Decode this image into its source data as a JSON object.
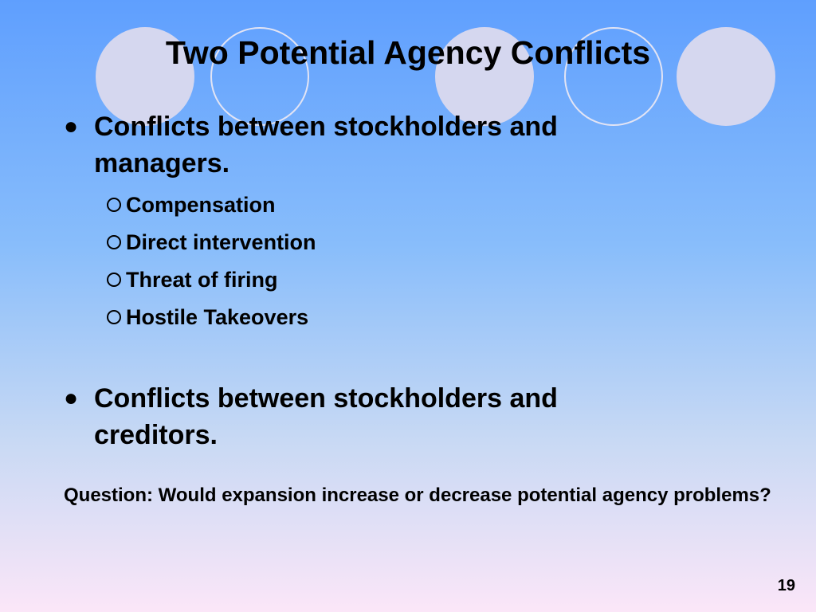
{
  "slide": {
    "title": "Two Potential Agency Conflicts",
    "bullets": [
      {
        "text": "Conflicts between stockholders and managers.",
        "subitems": [
          "Compensation",
          "Direct intervention",
          "Threat of firing",
          "Hostile Takeovers"
        ]
      },
      {
        "text": "Conflicts between stockholders and creditors."
      }
    ],
    "question": "Question: Would expansion increase or decrease potential agency problems?",
    "page_number": "19"
  },
  "colors": {
    "background_top": "#5f9ffe",
    "background_bottom": "#fbe6f8",
    "circle_fill": "#d5d7ef"
  },
  "icons": {
    "main_bullet": "filled-circle-bullet-icon",
    "sub_bullet": "hollow-circle-bullet-icon"
  }
}
